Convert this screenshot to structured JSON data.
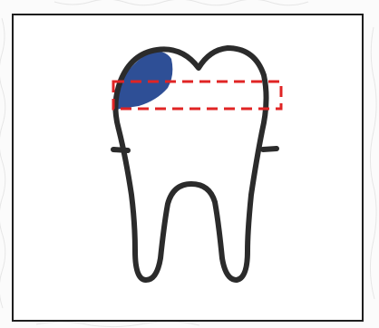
{
  "diagram": {
    "figure": "tooth-cross-section",
    "colors": {
      "outline": "#2b2b2b",
      "lesion_fill": "#2e4f96",
      "highlight_box": "#e02424",
      "frame_border": "#1e1e1e",
      "background": "#ffffff"
    },
    "icons": [
      "tooth-icon",
      "lesion-region",
      "dashed-highlight-box"
    ]
  }
}
